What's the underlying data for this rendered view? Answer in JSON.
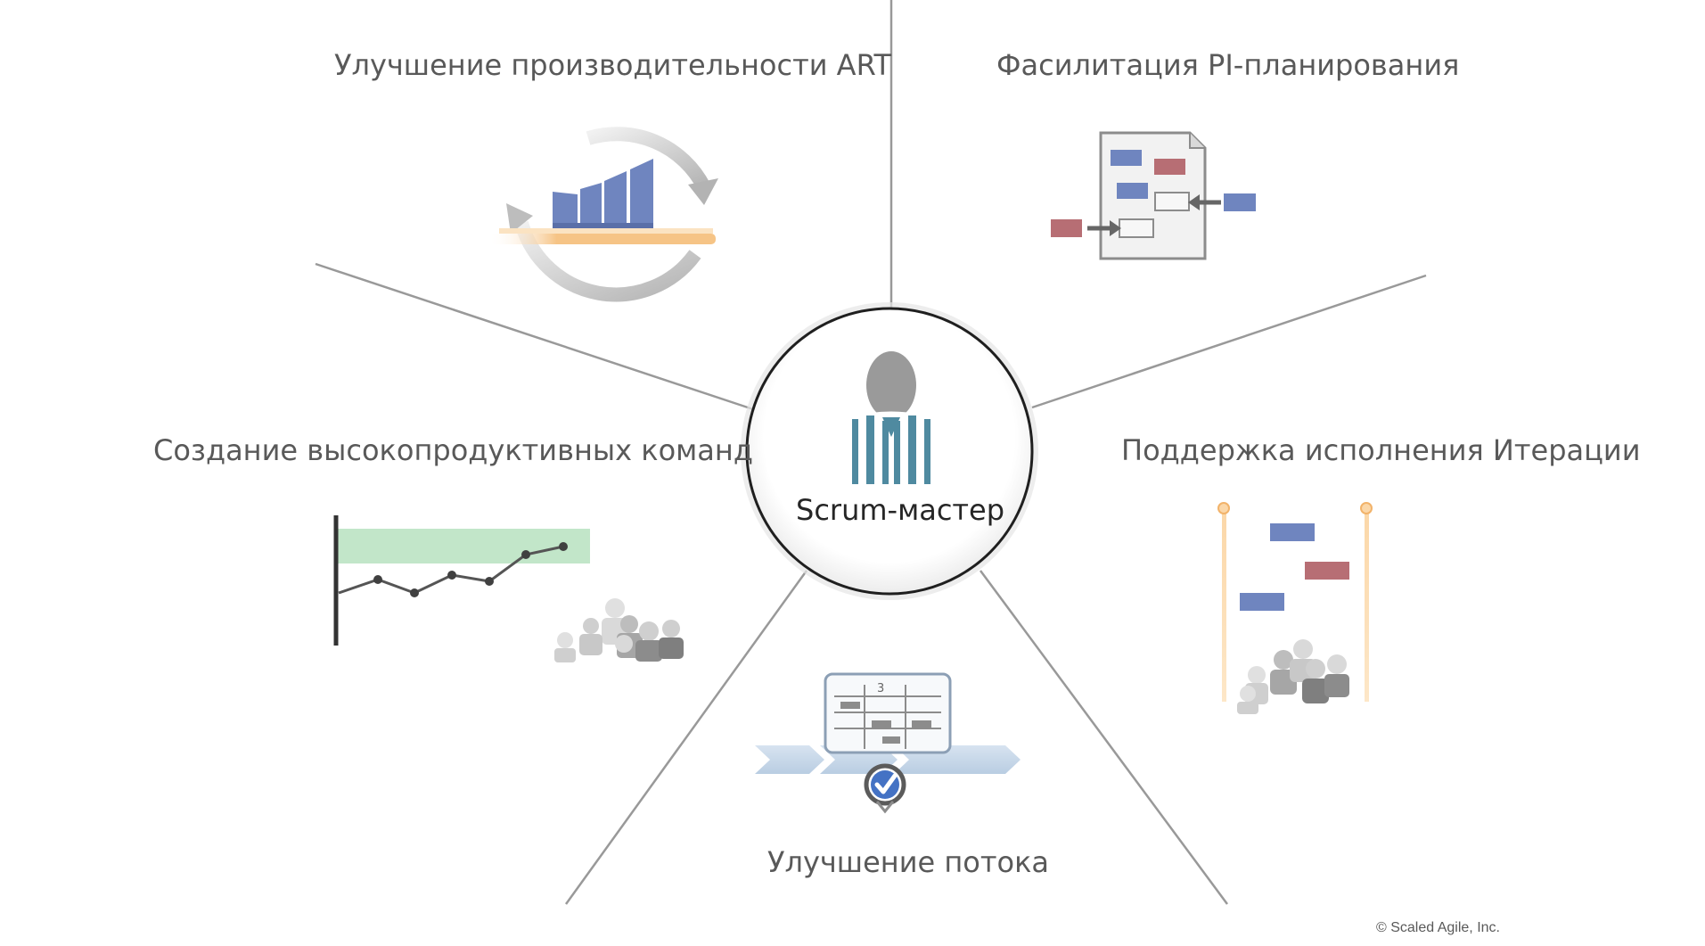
{
  "center": {
    "label": "Scrum-мастер",
    "icon": "person-icon"
  },
  "roles": [
    {
      "label": "Улучшение производительности ART",
      "icon": "train-performance-icon"
    },
    {
      "label": "Фасилитация PI-планирования",
      "icon": "pi-planning-board-icon"
    },
    {
      "label": "Поддержка исполнения Итерации",
      "icon": "iteration-timebox-icon"
    },
    {
      "label": "Улучшение потока",
      "icon": "flow-kanban-icon"
    },
    {
      "label": "Создание высокопродуктивных команд",
      "icon": "team-performance-chart-icon"
    }
  ],
  "copyright": "© Scaled Agile, Inc.",
  "colors": {
    "line": "#999999",
    "text": "#595959",
    "blue": "#6f85bf",
    "red": "#b76e74",
    "green": "#c2e6c9",
    "orange": "#f6c486",
    "teal": "#4f8aa0"
  }
}
